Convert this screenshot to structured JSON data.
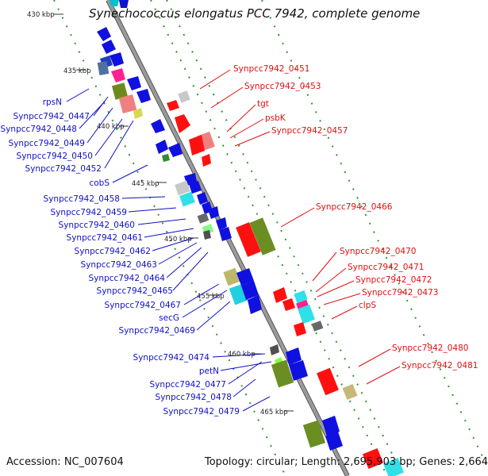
{
  "title": "Synechococcus elongatus PCC 7942, complete genome",
  "accession": "Accession: NC_007604",
  "topology": "Topology: circular; Length: 2,695,903 bp; Genes: 2,664",
  "colors": {
    "backbone": "#8a8a8a",
    "tick": "#1f9a1f",
    "left_labels": "#1010c8",
    "right_labels": "#e01010"
  },
  "kbp_marks": [
    "430 kbp",
    "435 kbp",
    "440 kbp",
    "445 kbp",
    "450 kbp",
    "455 kbp",
    "460 kbp",
    "465 kbp"
  ],
  "left_labels": [
    "rpsN",
    "Synpcc7942_0447",
    "Synpcc7942_0448",
    "Synpcc7942_0449",
    "Synpcc7942_0450",
    "Synpcc7942_0452",
    "cobS",
    "Synpcc7942_0458",
    "Synpcc7942_0459",
    "Synpcc7942_0460",
    "Synpcc7942_0461",
    "Synpcc7942_0462",
    "Synpcc7942_0463",
    "Synpcc7942_0464",
    "Synpcc7942_0465",
    "Synpcc7942_0467",
    "secG",
    "Synpcc7942_0469",
    "Synpcc7942_0474",
    "petN",
    "Synpcc7942_0477",
    "Synpcc7942_0478",
    "Synpcc7942_0479"
  ],
  "right_labels": [
    "Synpcc7942_0451",
    "Synpcc7942_0453",
    "tgt",
    "psbK",
    "Synpcc7942_0457",
    "Synpcc7942_0466",
    "Synpcc7942_0470",
    "Synpcc7942_0471",
    "Synpcc7942_0472",
    "Synpcc7942_0473",
    "clpS",
    "Synpcc7942_0480",
    "Synpcc7942_0481"
  ]
}
